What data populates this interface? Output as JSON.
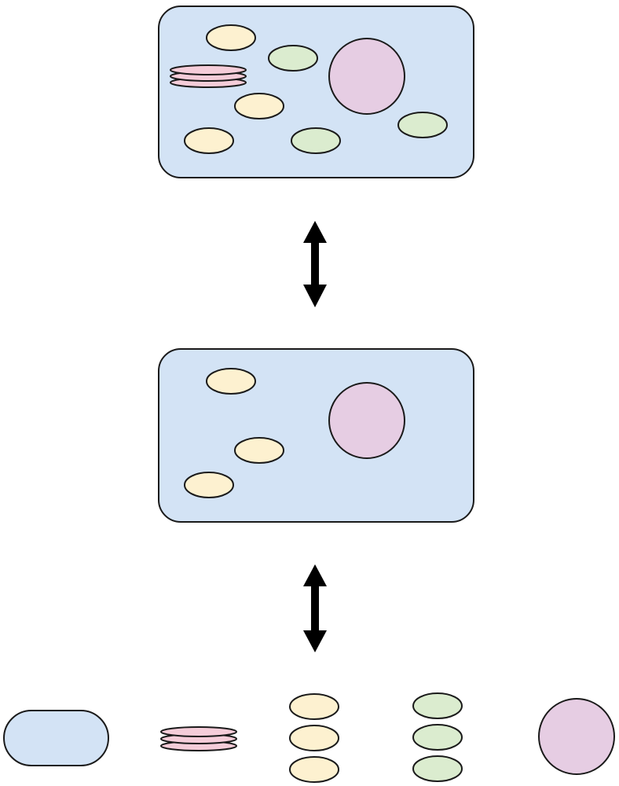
{
  "colors": {
    "cell_fill": "#d3e3f5",
    "stroke": "#1a1a1a",
    "nucleus_fill": "#e6cde3",
    "stack_fill": "#f5cdd9",
    "yellow_organelle_fill": "#fdf1d0",
    "green_organelle_fill": "#dbeccf",
    "arrow": "#000000",
    "background": "#ffffff"
  },
  "diagram": {
    "levels": [
      {
        "name": "complete-cell",
        "contains": [
          "nucleus",
          "membrane-stack",
          "yellow-organelles",
          "green-organelles"
        ]
      },
      {
        "name": "partial-cell",
        "contains": [
          "nucleus",
          "yellow-organelles"
        ]
      },
      {
        "name": "separated-components",
        "contains": [
          "cell-body",
          "membrane-stack",
          "yellow-organelles",
          "green-organelles",
          "nucleus"
        ]
      }
    ],
    "connectors": [
      {
        "from": "complete-cell",
        "to": "partial-cell",
        "type": "bidirectional-arrow"
      },
      {
        "from": "partial-cell",
        "to": "separated-components",
        "type": "bidirectional-arrow"
      }
    ]
  }
}
